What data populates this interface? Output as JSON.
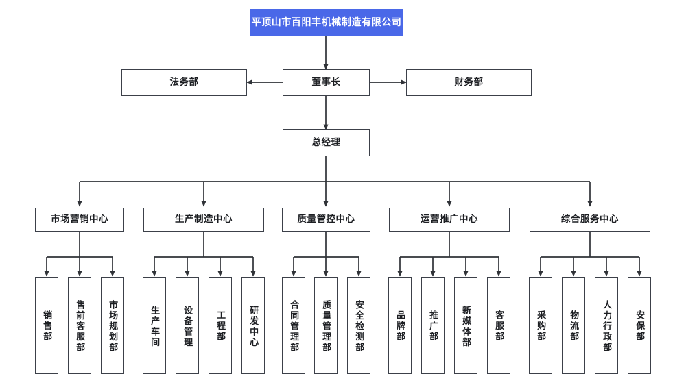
{
  "diagram": {
    "title_node": {
      "label": "平顶山市百阳丰机械制造有限公司",
      "color": "#4a68e8"
    },
    "level2": {
      "left": "法务部",
      "center": "董事长",
      "right": "财务部"
    },
    "level3": {
      "label": "总经理"
    },
    "centers": [
      {
        "label": "市场营销中心",
        "children": [
          "销售部",
          "售前客服部",
          "市场规划部"
        ]
      },
      {
        "label": "生产制造中心",
        "children": [
          "生产车间",
          "设备管理",
          "工程部",
          "研发中心"
        ]
      },
      {
        "label": "质量管控中心",
        "children": [
          "合同管理部",
          "质量管理部",
          "安全检测部"
        ]
      },
      {
        "label": "运营推广中心",
        "children": [
          "品牌部",
          "推广部",
          "新媒体部",
          "客服部"
        ]
      },
      {
        "label": "综合服务中心",
        "children": [
          "采购部",
          "物流部",
          "人力行政部",
          "安保部"
        ]
      }
    ],
    "style": {
      "box_border": "#3c4049",
      "line_color": "#2f3237",
      "text_color": "#1d1f23",
      "background": "#ffffff"
    }
  }
}
